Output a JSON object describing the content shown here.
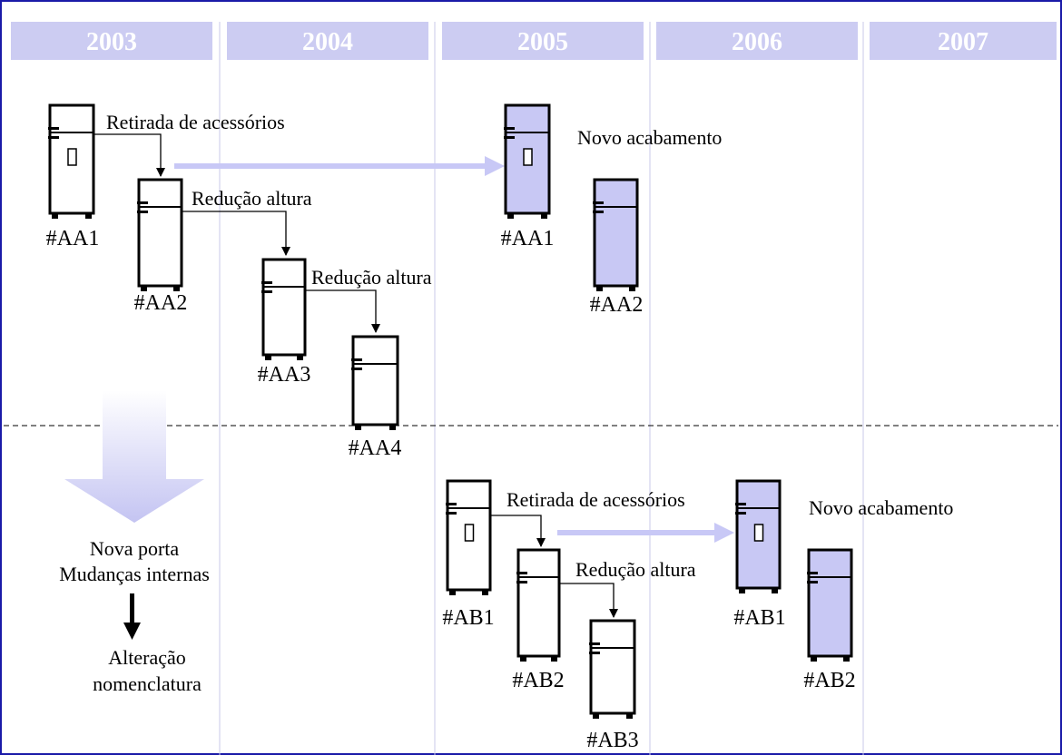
{
  "years": [
    "2003",
    "2004",
    "2005",
    "2006",
    "2007"
  ],
  "fridges": [
    {
      "id": "AA1-2003",
      "label": "#AA1",
      "filled": false
    },
    {
      "id": "AA2-2003",
      "label": "#AA2",
      "filled": false
    },
    {
      "id": "AA3-2004",
      "label": "#AA3",
      "filled": false
    },
    {
      "id": "AA4-2004",
      "label": "#AA4",
      "filled": false
    },
    {
      "id": "AA1-2005",
      "label": "#AA1",
      "filled": true
    },
    {
      "id": "AA2-2005",
      "label": "#AA2",
      "filled": true
    },
    {
      "id": "AB1-2005",
      "label": "#AB1",
      "filled": false
    },
    {
      "id": "AB2-2005",
      "label": "#AB2",
      "filled": false
    },
    {
      "id": "AB3-2005",
      "label": "#AB3",
      "filled": false
    },
    {
      "id": "AB1-2006",
      "label": "#AB1",
      "filled": true
    },
    {
      "id": "AB2-2006",
      "label": "#AB2",
      "filled": true
    }
  ],
  "annotations": {
    "aa_retirada": "Retirada de acessórios",
    "aa_reducao_1": "Redução altura",
    "aa_reducao_2": "Redução altura",
    "aa_novo": "Novo acabamento",
    "ab_retirada": "Retirada de acessórios",
    "ab_reducao": "Redução altura",
    "ab_novo": "Novo acabamento"
  },
  "side_note": {
    "line1": "Nova porta",
    "line2": "Mudanças internas",
    "line3": "Alteração",
    "line4": "nomenclatura"
  },
  "colors": {
    "frame": "#1a1aa8",
    "header_band": "#ccccf2",
    "year_text": "#ffffff",
    "column_line": "#c8c8e8",
    "fridge_fill_new": "#c8c8f4",
    "fridge_fill_old": "#ffffff",
    "light_arrow": "#c8c8f6",
    "big_arrow_top": "#ffffff",
    "big_arrow_bottom": "#c4c4f2"
  }
}
